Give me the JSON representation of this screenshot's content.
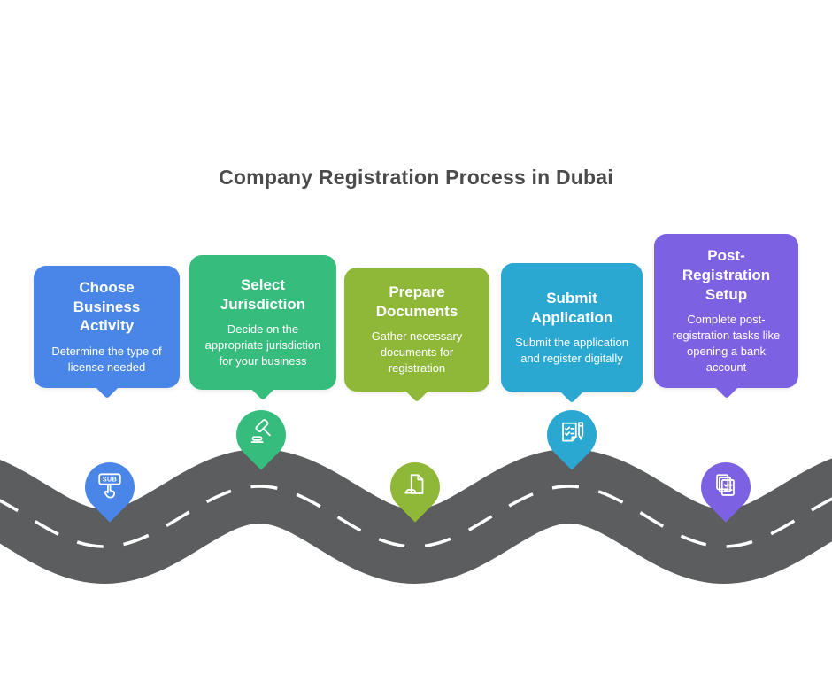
{
  "title": "Company Registration Process in Dubai",
  "title_color": "#4b4b4b",
  "background_color": "#ffffff",
  "road": {
    "color": "#5c5d5f",
    "centerline_color": "#ffffff"
  },
  "steps": [
    {
      "title": "Choose Business Activity",
      "description": "Determine the type of license needed",
      "color": "#4a86e8",
      "icon": "sub-button-click-icon",
      "icon_text": "SUB"
    },
    {
      "title": "Select Jurisdiction",
      "description": "Decide on the appropriate jurisdiction for your business",
      "color": "#36bd7e",
      "icon": "gavel-icon"
    },
    {
      "title": "Prepare Documents",
      "description": "Gather necessary documents for registration",
      "color": "#8fb838",
      "icon": "document-in-hand-icon"
    },
    {
      "title": "Submit Application",
      "description": "Submit the application and register digitally",
      "color": "#2aa8d2",
      "icon": "checklist-and-pen-icon"
    },
    {
      "title": "Post-Registration Setup",
      "description": "Complete post-registration tasks like opening a bank account",
      "color": "#7d61e3",
      "icon": "stacked-documents-checklist-icon"
    }
  ]
}
